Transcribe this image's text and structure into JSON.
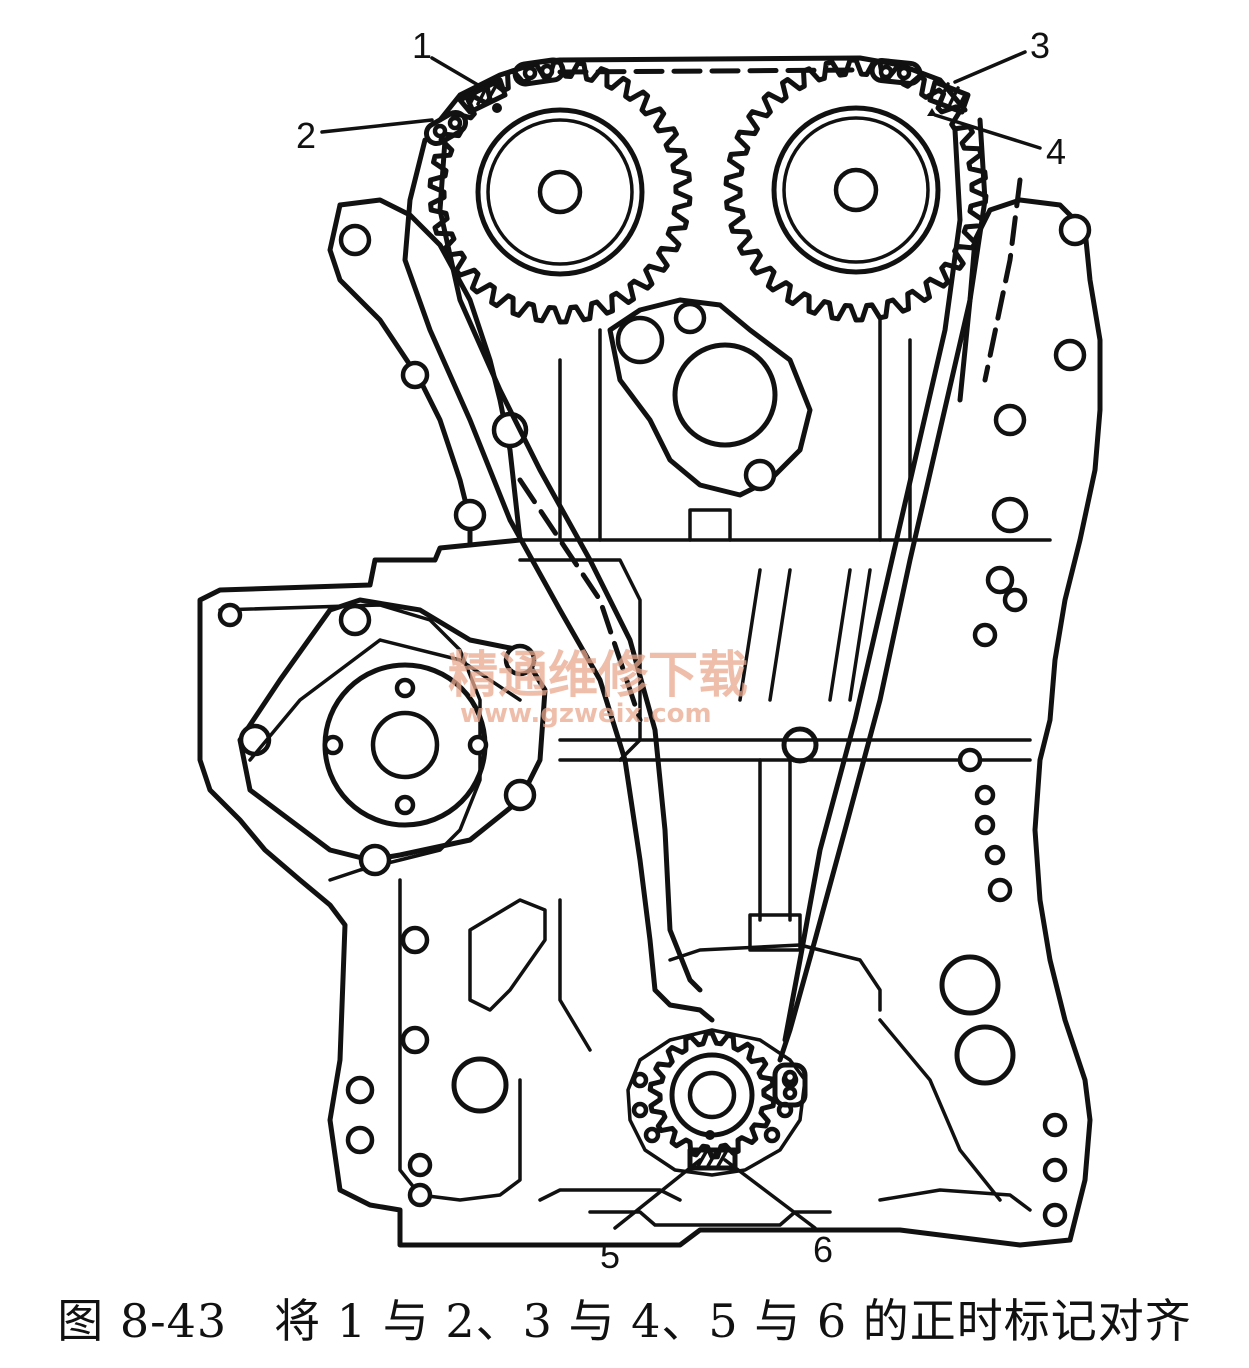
{
  "callouts": [
    "1",
    "2",
    "3",
    "4",
    "5",
    "6"
  ],
  "watermark": {
    "line1": "精通维修下载",
    "line2": "www.gzweix.com"
  },
  "caption": "图 8-43　将 1 与 2、3 与 4、5 与 6 的正时标记对齐"
}
